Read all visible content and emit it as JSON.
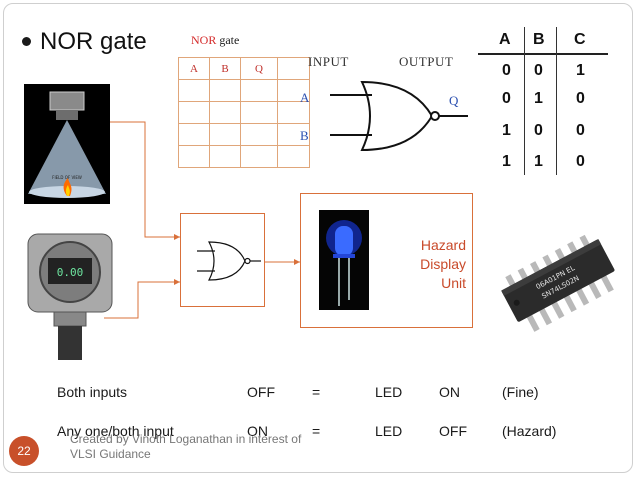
{
  "title": "NOR gate",
  "gate_table_caption": {
    "red": "NOR",
    "rest": "gate"
  },
  "gate_table": {
    "headers": [
      "A",
      "B",
      "Q"
    ],
    "empty_rows": 4
  },
  "gate_symbol": {
    "input_label": "INPUT",
    "output_label": "OUTPUT",
    "in_a": "A",
    "in_b": "B",
    "out_q": "Q"
  },
  "truth_table": {
    "headers": [
      "A",
      "B",
      "C"
    ],
    "rows": [
      [
        "0",
        "0",
        "1"
      ],
      [
        "0",
        "1",
        "0"
      ],
      [
        "1",
        "0",
        "0"
      ],
      [
        "1",
        "1",
        "0"
      ]
    ]
  },
  "hazard_box": {
    "lines": [
      "Hazard",
      "Display",
      "Unit"
    ]
  },
  "chip_marking": {
    "line1": "06A01PN EL",
    "line2": "SN74LS02N"
  },
  "sensor_labels": {
    "field_of_view": "FIELD OF VIEW",
    "display_value": "0.00"
  },
  "conditions": [
    {
      "inputs": "Both inputs",
      "state": "OFF",
      "eq": "=",
      "device": "LED",
      "result": "ON",
      "note": "(Fine)"
    },
    {
      "inputs": "Any one/both  input",
      "state": "ON",
      "eq": "=",
      "device": "LED",
      "result": "OFF",
      "note": "(Hazard)"
    }
  ],
  "footer": {
    "line1": "Created by Vinoth Loganathan in interest of",
    "line2": "VLSI Guidance"
  },
  "page_number": "22",
  "colors": {
    "accent": "#c8502a",
    "wire": "#d9703a",
    "table_border": "#e0a67a",
    "gate_io": "#2a4fb0",
    "hazard_text": "#c94a2a"
  }
}
